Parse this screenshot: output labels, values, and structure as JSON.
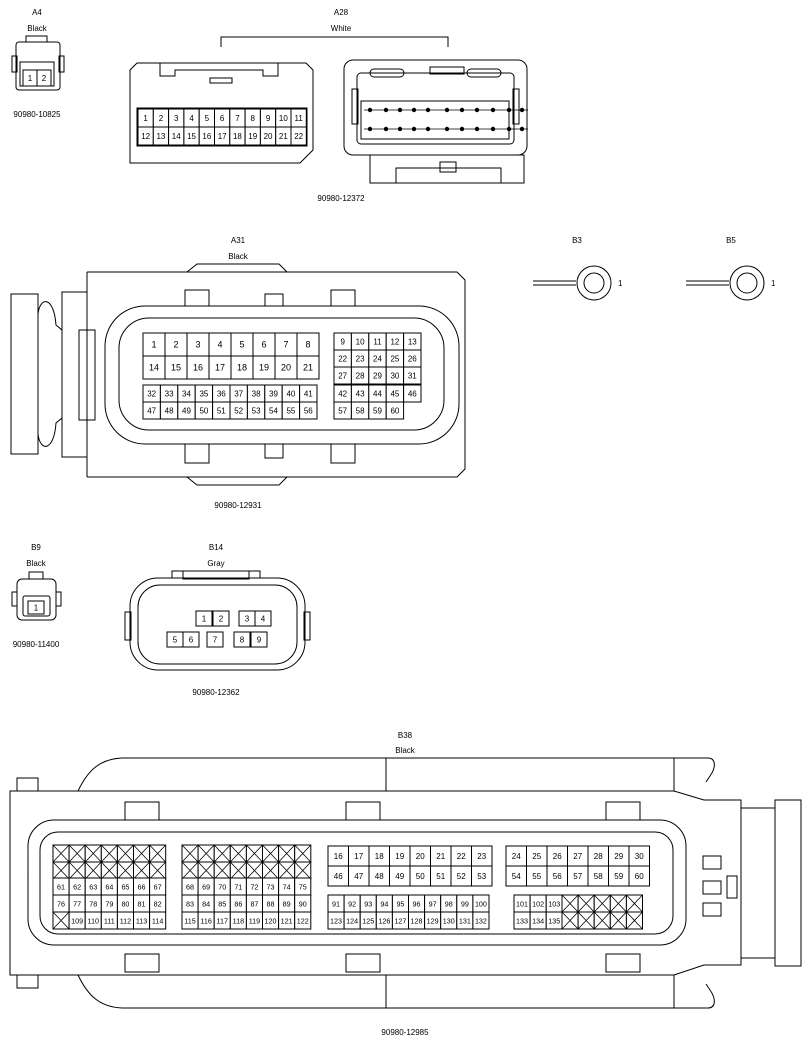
{
  "connectors": {
    "a4": {
      "code": "A4",
      "color": "Black",
      "part": "90980-10825",
      "pins": [
        "1",
        "2"
      ]
    },
    "a28": {
      "code": "A28",
      "color": "White",
      "part": "90980-12372",
      "row1": [
        "1",
        "2",
        "3",
        "4",
        "5",
        "6",
        "7",
        "8",
        "9",
        "10",
        "11"
      ],
      "row2": [
        "12",
        "13",
        "14",
        "15",
        "16",
        "17",
        "18",
        "19",
        "20",
        "21",
        "22"
      ]
    },
    "a31": {
      "code": "A31",
      "color": "Black",
      "part": "90980-12931",
      "left_row1": [
        "1",
        "2",
        "3",
        "4",
        "5",
        "6",
        "7",
        "8"
      ],
      "left_row2": [
        "14",
        "15",
        "16",
        "17",
        "18",
        "19",
        "20",
        "21"
      ],
      "left_row3": [
        "32",
        "33",
        "34",
        "35",
        "36",
        "37",
        "38",
        "39",
        "40",
        "41"
      ],
      "left_row4": [
        "47",
        "48",
        "49",
        "50",
        "51",
        "52",
        "53",
        "54",
        "55",
        "56"
      ],
      "right_row1": [
        "9",
        "10",
        "11",
        "12",
        "13"
      ],
      "right_row2": [
        "22",
        "23",
        "24",
        "25",
        "26"
      ],
      "right_row3": [
        "27",
        "28",
        "29",
        "30",
        "31"
      ],
      "right_row4": [
        "42",
        "43",
        "44",
        "45",
        "46"
      ],
      "right_row5": [
        "57",
        "58",
        "59",
        "60"
      ]
    },
    "b3": {
      "code": "B3",
      "pin": "1"
    },
    "b5": {
      "code": "B5",
      "pin": "1"
    },
    "b9": {
      "code": "B9",
      "color": "Black",
      "part": "90980-11400",
      "pin": "1"
    },
    "b14": {
      "code": "B14",
      "color": "Gray",
      "part": "90980-12362",
      "pins": [
        "1",
        "2",
        "3",
        "4",
        "5",
        "6",
        "7",
        "8",
        "9"
      ]
    },
    "b38": {
      "code": "B38",
      "color": "Black",
      "part": "90980-12985",
      "g1_row2": [
        "61",
        "62",
        "63",
        "64",
        "65",
        "66",
        "67"
      ],
      "g1_row3": [
        "76",
        "77",
        "78",
        "79",
        "80",
        "81",
        "82"
      ],
      "g1_row4": [
        "109",
        "110",
        "111",
        "112",
        "113",
        "114"
      ],
      "g2_row2": [
        "68",
        "69",
        "70",
        "71",
        "72",
        "73",
        "74",
        "75"
      ],
      "g2_row3": [
        "83",
        "84",
        "85",
        "86",
        "87",
        "88",
        "89",
        "90"
      ],
      "g2_row4": [
        "115",
        "116",
        "117",
        "118",
        "119",
        "120",
        "121",
        "122"
      ],
      "g3_row1": [
        "16",
        "17",
        "18",
        "19",
        "20",
        "21",
        "22",
        "23"
      ],
      "g3_row2": [
        "46",
        "47",
        "48",
        "49",
        "50",
        "51",
        "52",
        "53"
      ],
      "g3_row3": [
        "91",
        "92",
        "93",
        "94",
        "95",
        "96",
        "97",
        "98",
        "99",
        "100"
      ],
      "g3_row4": [
        "123",
        "124",
        "125",
        "126",
        "127",
        "128",
        "129",
        "130",
        "131",
        "132"
      ],
      "g4_row1": [
        "24",
        "25",
        "26",
        "27",
        "28",
        "29",
        "30"
      ],
      "g4_row2": [
        "54",
        "55",
        "56",
        "57",
        "58",
        "59",
        "60"
      ],
      "g4_row3": [
        "101",
        "102",
        "103"
      ],
      "g4_row4": [
        "133",
        "134",
        "135"
      ]
    }
  }
}
